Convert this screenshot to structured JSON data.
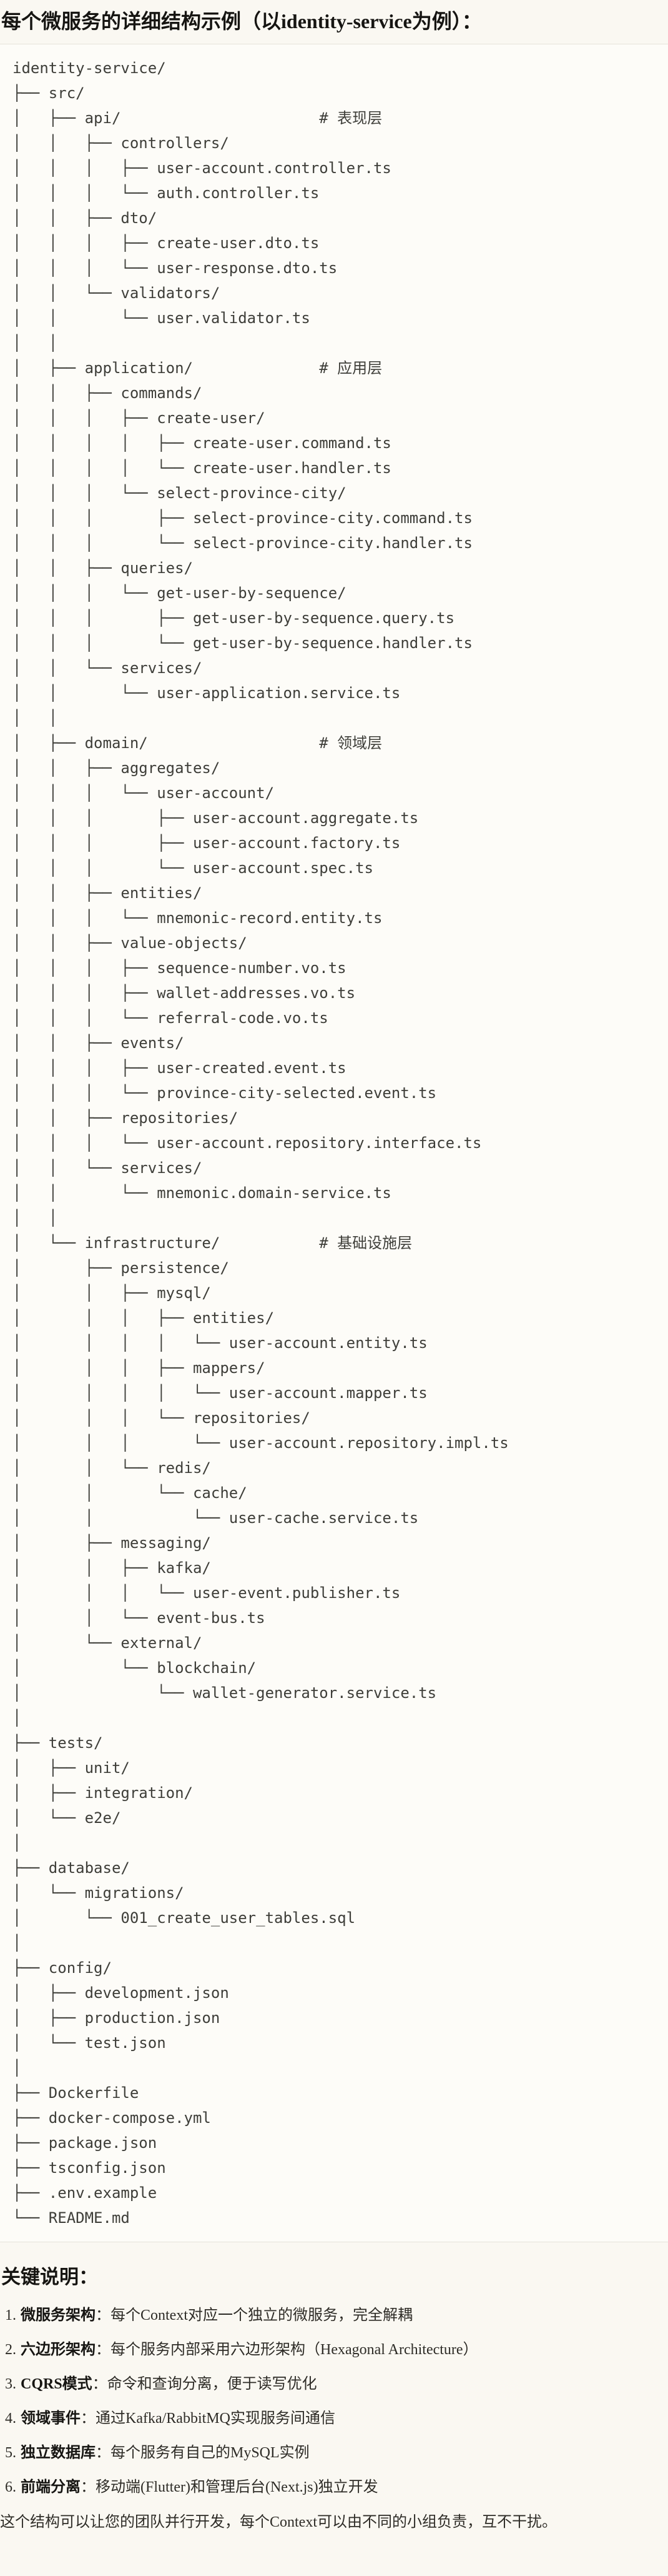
{
  "title": "每个微服务的详细结构示例（以identity-service为例）：",
  "tree": {
    "lines": [
      "identity-service/",
      "├── src/",
      "│   ├── api/                      # 表现层",
      "│   │   ├── controllers/",
      "│   │   │   ├── user-account.controller.ts",
      "│   │   │   └── auth.controller.ts",
      "│   │   ├── dto/",
      "│   │   │   ├── create-user.dto.ts",
      "│   │   │   └── user-response.dto.ts",
      "│   │   └── validators/",
      "│   │       └── user.validator.ts",
      "│   │",
      "│   ├── application/              # 应用层",
      "│   │   ├── commands/",
      "│   │   │   ├── create-user/",
      "│   │   │   │   ├── create-user.command.ts",
      "│   │   │   │   └── create-user.handler.ts",
      "│   │   │   └── select-province-city/",
      "│   │   │       ├── select-province-city.command.ts",
      "│   │   │       └── select-province-city.handler.ts",
      "│   │   ├── queries/",
      "│   │   │   └── get-user-by-sequence/",
      "│   │   │       ├── get-user-by-sequence.query.ts",
      "│   │   │       └── get-user-by-sequence.handler.ts",
      "│   │   └── services/",
      "│   │       └── user-application.service.ts",
      "│   │",
      "│   ├── domain/                   # 领域层",
      "│   │   ├── aggregates/",
      "│   │   │   └── user-account/",
      "│   │   │       ├── user-account.aggregate.ts",
      "│   │   │       ├── user-account.factory.ts",
      "│   │   │       └── user-account.spec.ts",
      "│   │   ├── entities/",
      "│   │   │   └── mnemonic-record.entity.ts",
      "│   │   ├── value-objects/",
      "│   │   │   ├── sequence-number.vo.ts",
      "│   │   │   ├── wallet-addresses.vo.ts",
      "│   │   │   └── referral-code.vo.ts",
      "│   │   ├── events/",
      "│   │   │   ├── user-created.event.ts",
      "│   │   │   └── province-city-selected.event.ts",
      "│   │   ├── repositories/",
      "│   │   │   └── user-account.repository.interface.ts",
      "│   │   └── services/",
      "│   │       └── mnemonic.domain-service.ts",
      "│   │",
      "│   └── infrastructure/           # 基础设施层",
      "│       ├── persistence/",
      "│       │   ├── mysql/",
      "│       │   │   ├── entities/",
      "│       │   │   │   └── user-account.entity.ts",
      "│       │   │   ├── mappers/",
      "│       │   │   │   └── user-account.mapper.ts",
      "│       │   │   └── repositories/",
      "│       │   │       └── user-account.repository.impl.ts",
      "│       │   └── redis/",
      "│       │       └── cache/",
      "│       │           └── user-cache.service.ts",
      "│       ├── messaging/",
      "│       │   ├── kafka/",
      "│       │   │   └── user-event.publisher.ts",
      "│       │   └── event-bus.ts",
      "│       └── external/",
      "│           └── blockchain/",
      "│               └── wallet-generator.service.ts",
      "│",
      "├── tests/",
      "│   ├── unit/",
      "│   ├── integration/",
      "│   └── e2e/",
      "│",
      "├── database/",
      "│   └── migrations/",
      "│       └── 001_create_user_tables.sql",
      "│",
      "├── config/",
      "│   ├── development.json",
      "│   ├── production.json",
      "│   └── test.json",
      "│",
      "├── Dockerfile",
      "├── docker-compose.yml",
      "├── package.json",
      "├── tsconfig.json",
      "├── .env.example",
      "└── README.md"
    ]
  },
  "notes": {
    "heading": "关键说明：",
    "items": [
      {
        "num": "1.",
        "label": "微服务架构",
        "text": "：每个Context对应一个独立的微服务，完全解耦"
      },
      {
        "num": "2.",
        "label": "六边形架构",
        "text": "：每个服务内部采用六边形架构（Hexagonal Architecture）"
      },
      {
        "num": "3.",
        "label": "CQRS模式",
        "text": "：命令和查询分离，便于读写优化"
      },
      {
        "num": "4.",
        "label": "领域事件",
        "text": "：通过Kafka/RabbitMQ实现服务间通信"
      },
      {
        "num": "5.",
        "label": "独立数据库",
        "text": "：每个服务有自己的MySQL实例"
      },
      {
        "num": "6.",
        "label": "前端分离",
        "text": "：移动端(Flutter)和管理后台(Next.js)独立开发"
      }
    ],
    "footer": "这个结构可以让您的团队并行开发，每个Context可以由不同的小组负责，互不干扰。"
  },
  "colors": {
    "page_bg": "#FAF8F2",
    "code_bg": "#FDFCF8",
    "border": "#E6E3DA",
    "tree_text": "#3E3E39",
    "heading_text": "#161512"
  }
}
